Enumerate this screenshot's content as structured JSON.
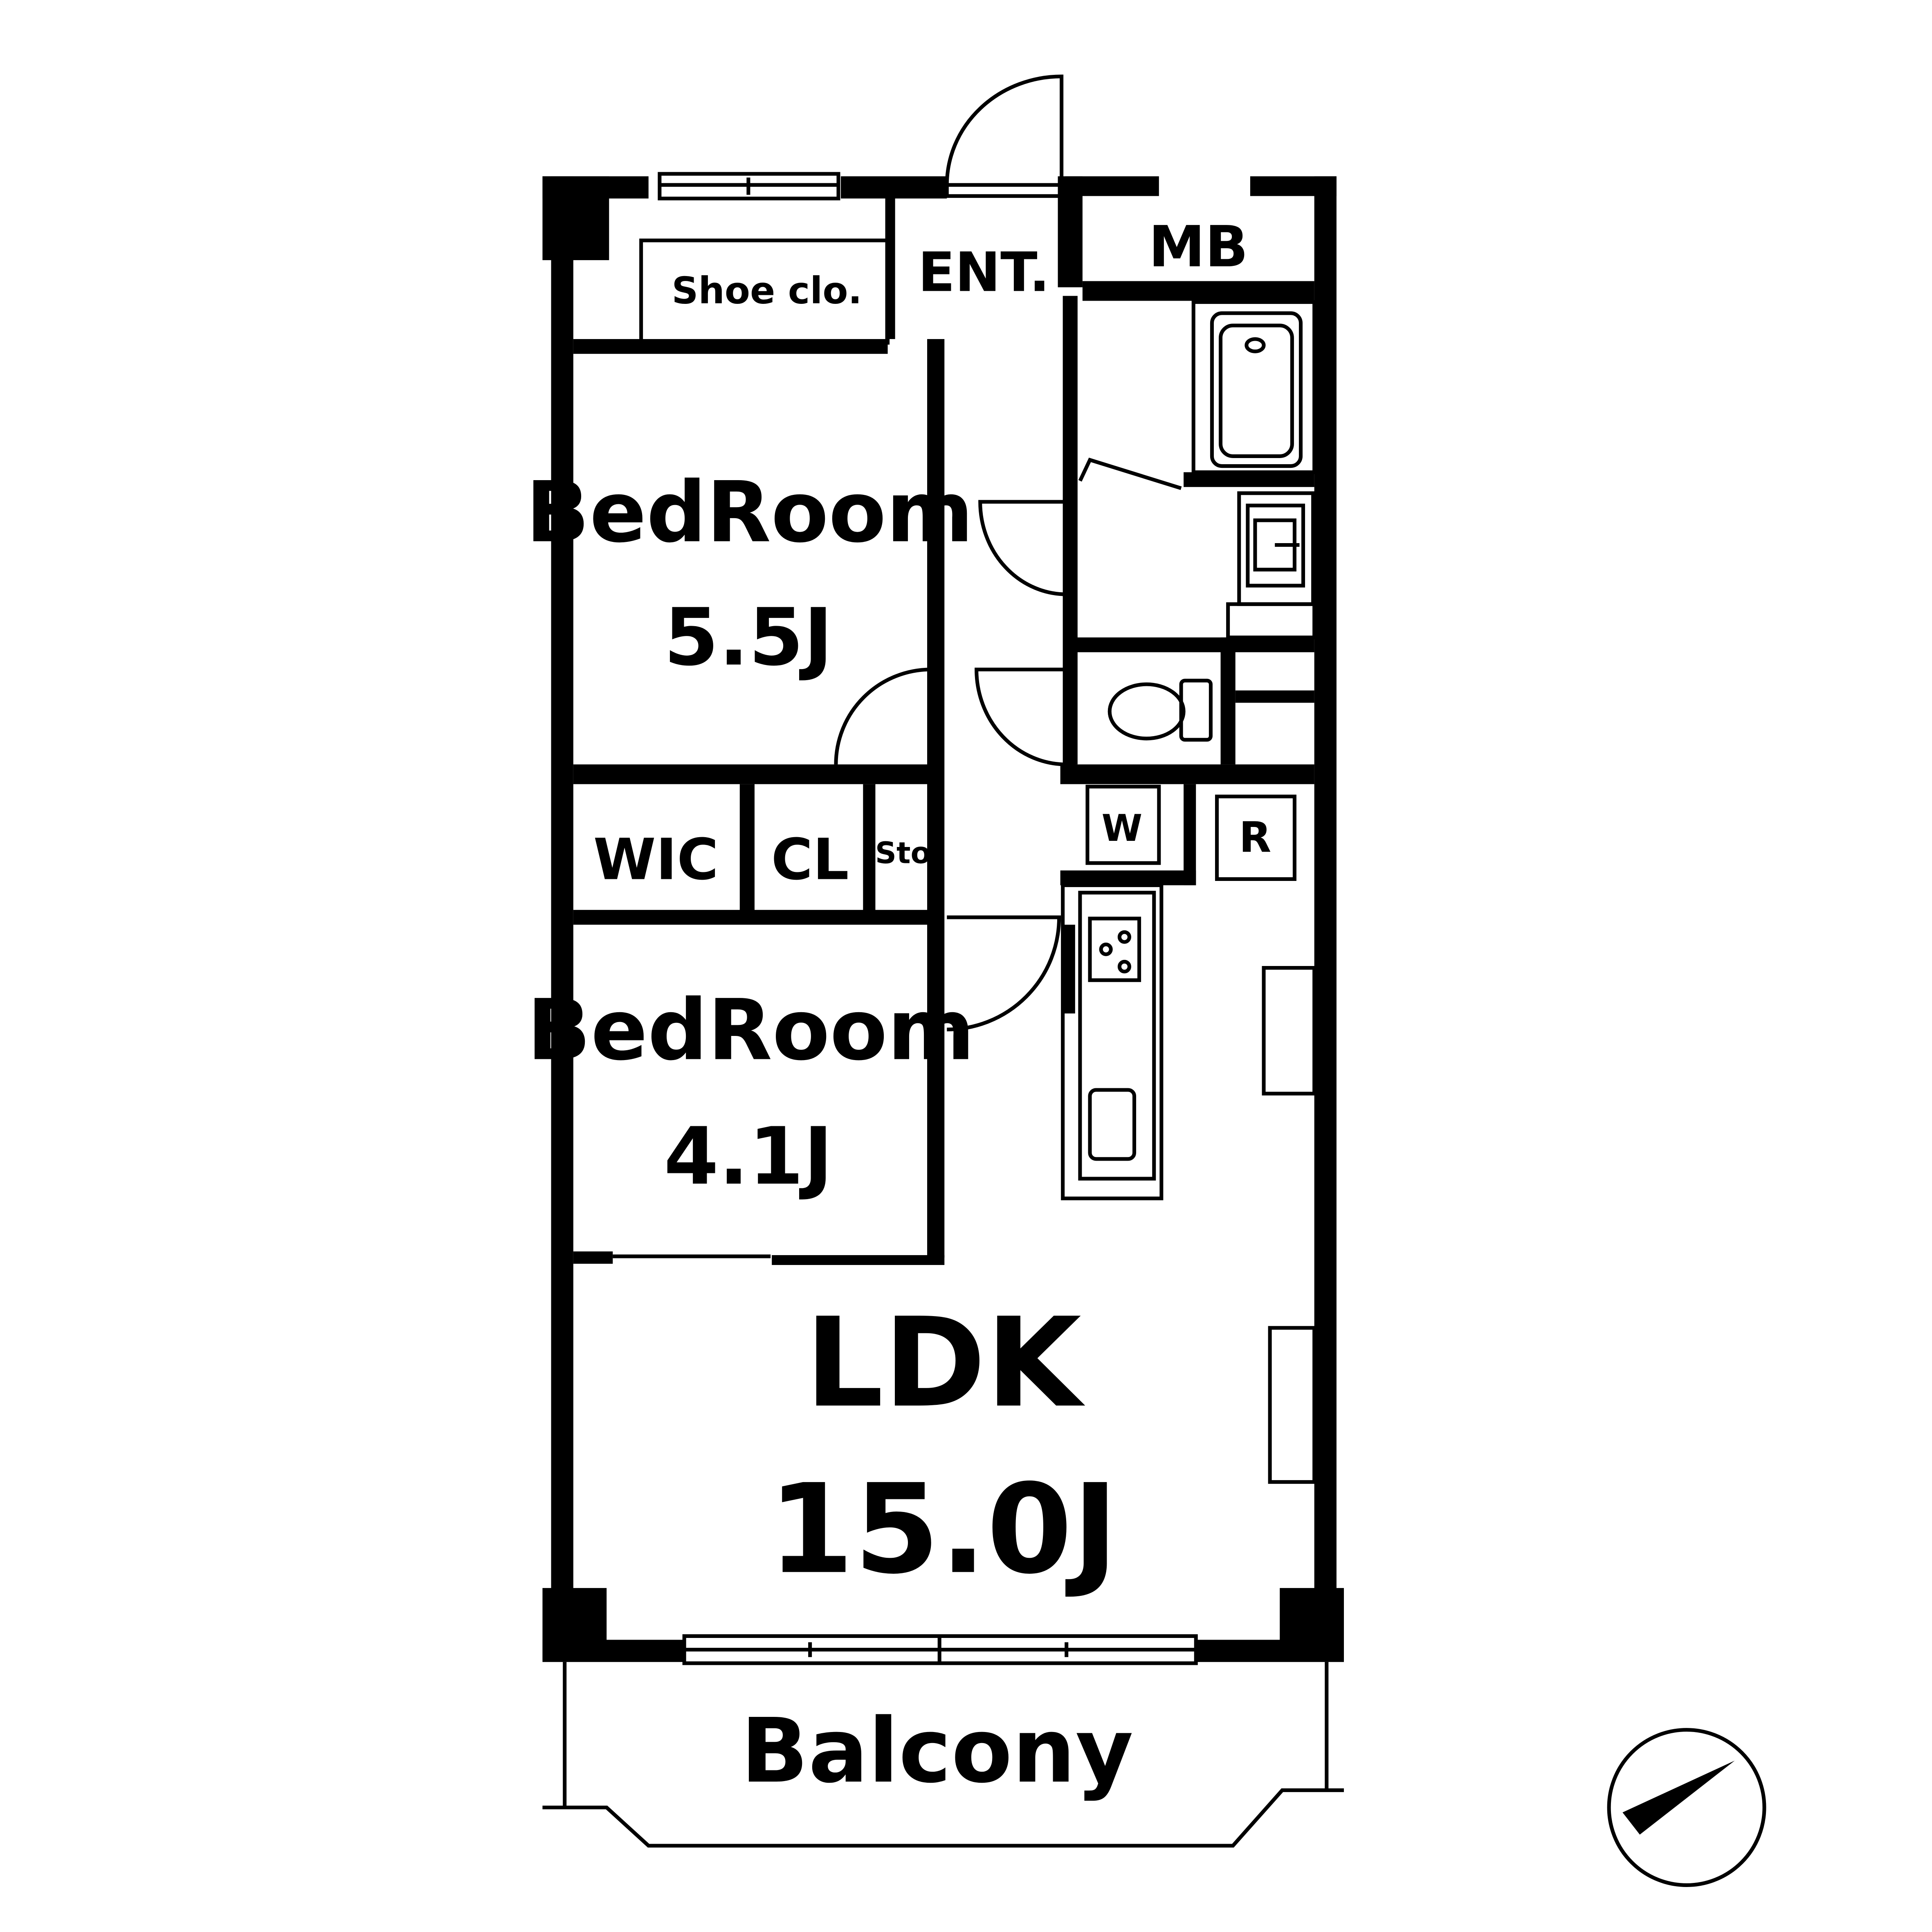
{
  "colors": {
    "wall": "#000000",
    "background": "#ffffff"
  },
  "icons": {
    "compass": "north-arrow-icon"
  },
  "rooms": {
    "entrance": "ENT.",
    "meter_box": "MB",
    "shoe_closet": "Shoe clo.",
    "bedroom_1": {
      "name": "BedRoom",
      "size": "5.5J"
    },
    "bedroom_2": {
      "name": "BedRoom",
      "size": "4.1J"
    },
    "walk_in_closet": "WIC",
    "closet": "CL",
    "storage": "Sto.",
    "washer": "W",
    "refrigerator": "R",
    "ldk": {
      "name": "LDK",
      "size": "15.0J"
    },
    "balcony": "Balcony"
  }
}
